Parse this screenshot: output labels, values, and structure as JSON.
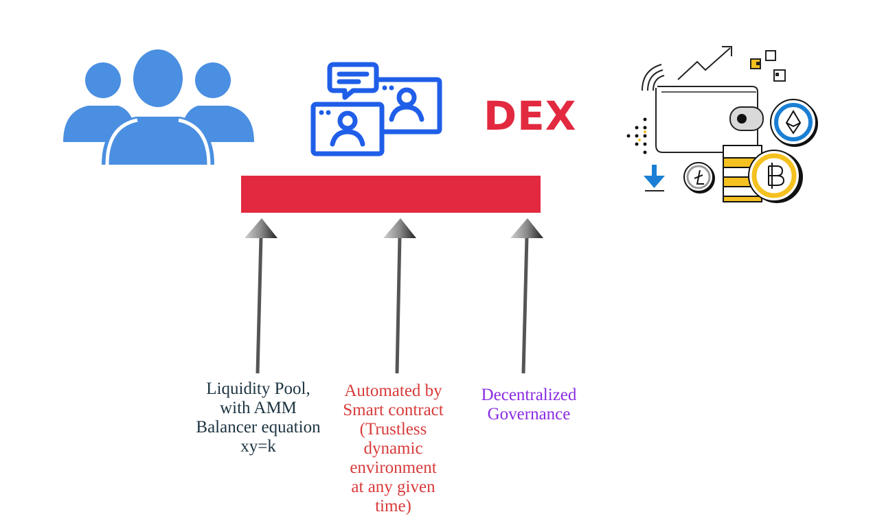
{
  "dex": {
    "label": "DEX"
  },
  "captions": {
    "liquidity": "Liquidity Pool,\nwith AMM\nBalancer equation\nxy=k",
    "automation": "Automated by\nSmart contract\n(Trustless\ndynamic\nenvironment\nat any given\ntime)",
    "governance": "Decentralized\nGovernance"
  },
  "icons": {
    "users": "users-group-icon",
    "meeting": "video-meeting-icon",
    "crypto": "crypto-wallet-icon"
  },
  "colors": {
    "users_blue": "#4a8fe1",
    "meeting_blue": "#1f5ee8",
    "dex_red": "#e2293f",
    "bar_red": "#e2293f",
    "arrow_gray": "#555555",
    "caption_dark": "#1d3441",
    "caption_red": "#d83a3a",
    "caption_purple": "#8a2be2",
    "coin_gold": "#f5c120",
    "eth_blue": "#1a7fd4"
  }
}
